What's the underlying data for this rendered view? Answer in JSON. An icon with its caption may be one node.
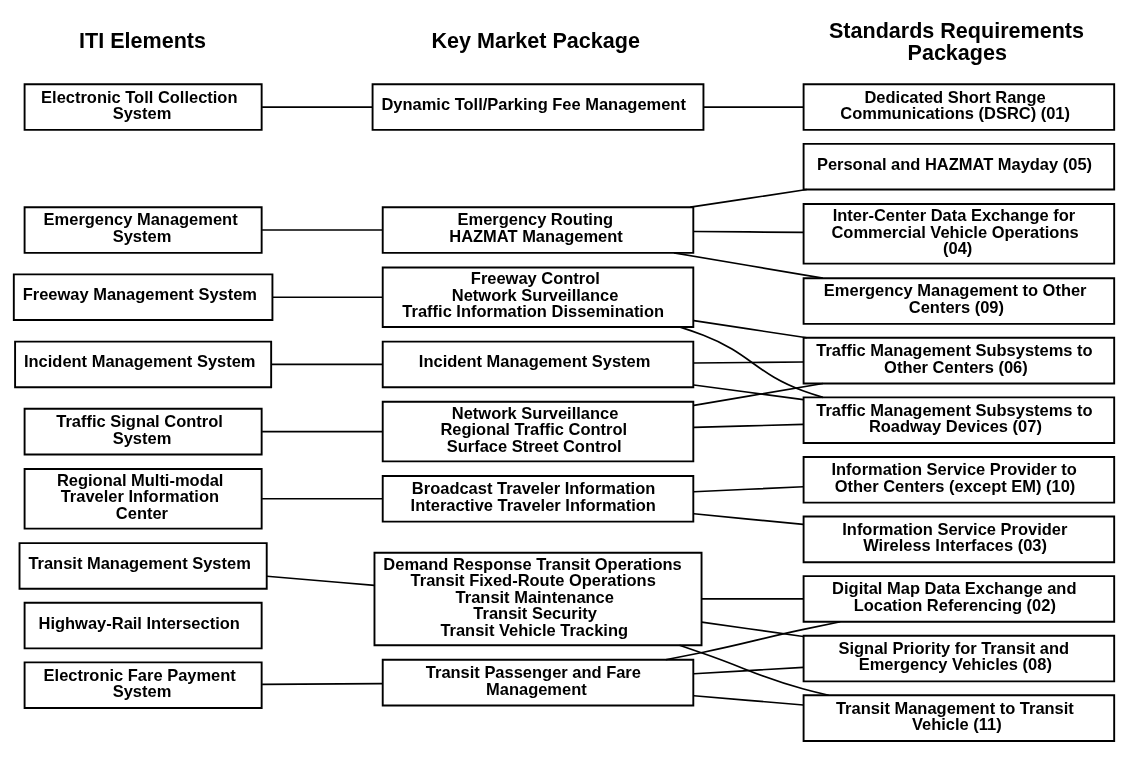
{
  "diagram": {
    "nodes": [
      {
        "text": [
          "Electronic Toll Collection System"
        ]
      },
      {
        "text": [
          "Emergency Management System"
        ]
      },
      {
        "text": [
          "Freeway Management System"
        ]
      },
      {
        "text": [
          "Incident Management System"
        ]
      },
      {
        "text": [
          "Traffic Signal Control System"
        ]
      },
      {
        "text": [
          "Regional Multi-modal Traveler Information Center"
        ]
      },
      {
        "text": [
          "Transit Management System"
        ]
      },
      {
        "text": [
          "Highway-Rail Intersection"
        ]
      },
      {
        "text": [
          "Electronic Fare Payment System"
        ]
      },
      {
        "text": [
          "Dynamic Toll/Parking Fee Management"
        ]
      },
      {
        "text": [
          "Emergency Routing",
          "HAZMAT Management"
        ]
      },
      {
        "text": [
          "Freeway Control",
          "Network Surveillance",
          "Traffic Information Dissemination"
        ]
      },
      {
        "text": [
          "Incident Management System"
        ]
      },
      {
        "text": [
          "Network Surveillance",
          "Regional Traffic Control",
          "Surface Street Control"
        ]
      },
      {
        "text": [
          "Broadcast Traveler Information",
          "Interactive Traveler Information"
        ]
      },
      {
        "text": [
          "Demand Response Transit Operations",
          "Transit Fixed-Route Operations",
          "Transit Maintenance",
          "Transit Security",
          "Transit Vehicle Tracking"
        ]
      },
      {
        "text": [
          "Transit Passenger and Fare Management"
        ]
      },
      {
        "text": [
          "Dedicated Short Range Communications (DSRC) (01)"
        ]
      },
      {
        "text": [
          "Personal and HAZMAT Mayday (05)"
        ]
      },
      {
        "text": [
          "Inter-Center Data Exchange for Commercial Vehicle Operations (04)"
        ]
      },
      {
        "text": [
          "Emergency Management to Other Centers (09)"
        ]
      },
      {
        "text": [
          "Traffic Management Subsystems to Other Centers (06)"
        ]
      },
      {
        "text": [
          "Traffic Management Subsystems to Roadway Devices (07)"
        ]
      },
      {
        "text": [
          "Information Service Provider to Other Centers (except EM) (10)"
        ]
      },
      {
        "text": [
          "Information Service Provider Wireless Interfaces (03)"
        ]
      },
      {
        "text": [
          "Digital Map Data Exchange and Location Referencing (02)"
        ]
      },
      {
        "text": [
          "Signal Priority for Transit and Emergency Vehicles (08)"
        ]
      },
      {
        "text": [
          "Transit Management to Transit Vehicle (11)"
        ]
      }
    ],
    "edges": [
      {
        "from": 0,
        "to": 9,
        "arrow": "none"
      },
      {
        "from": 1,
        "to": 10,
        "arrow": "none"
      },
      {
        "from": 2,
        "to": 11,
        "arrow": "none"
      },
      {
        "from": 3,
        "to": 12,
        "arrow": "none"
      },
      {
        "from": 4,
        "to": 13,
        "arrow": "none"
      },
      {
        "from": 5,
        "to": 14,
        "arrow": "none"
      },
      {
        "from": 6,
        "to": 15,
        "arrow": "none"
      },
      {
        "from": 8,
        "to": 16,
        "arrow": "none"
      },
      {
        "from": 9,
        "to": 17,
        "arrow": "none"
      },
      {
        "from": 10,
        "to": 18,
        "arrow": "none"
      },
      {
        "from": 10,
        "to": 19,
        "arrow": "none"
      },
      {
        "from": 10,
        "to": 20,
        "arrow": "none"
      },
      {
        "from": 11,
        "to": 21,
        "arrow": "none"
      },
      {
        "from": 11,
        "to": 22,
        "arrow": "none"
      },
      {
        "from": 12,
        "to": 21,
        "arrow": "none"
      },
      {
        "from": 12,
        "to": 22,
        "arrow": "none"
      },
      {
        "from": 13,
        "to": 21,
        "arrow": "none"
      },
      {
        "from": 13,
        "to": 22,
        "arrow": "none"
      },
      {
        "from": 14,
        "to": 23,
        "arrow": "none"
      },
      {
        "from": 14,
        "to": 24,
        "arrow": "none"
      },
      {
        "from": 15,
        "to": 25,
        "arrow": "none"
      },
      {
        "from": 15,
        "to": 26,
        "arrow": "none"
      },
      {
        "from": 15,
        "to": 27,
        "arrow": "none"
      },
      {
        "from": 16,
        "to": 25,
        "arrow": "none"
      },
      {
        "from": 16,
        "to": 26,
        "arrow": "none"
      },
      {
        "from": 16,
        "to": 27,
        "arrow": "none"
      }
    ],
    "labels": [
      "ITI Elements",
      "Key Market Package",
      "Standards Requirements Packages"
    ]
  }
}
